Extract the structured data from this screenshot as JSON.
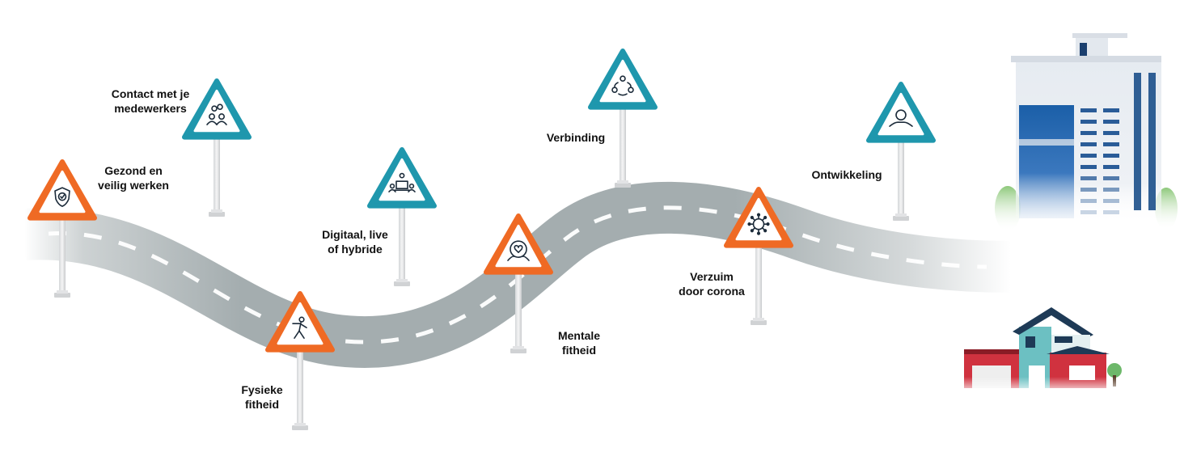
{
  "colors": {
    "road": "#a4adaf",
    "road_marking": "#ffffff",
    "pole": "#e6e7e8",
    "sign_blue": "#1f97ad",
    "sign_orange": "#ef6a24",
    "sign_face": "#ffffff",
    "icon": "#1c2b3a",
    "building_glass": "#1b5fa8",
    "building_body": "#e9edf2",
    "house_red": "#d0323f",
    "house_teal": "#6cc0c2",
    "roof": "#1e3a56"
  },
  "signs": [
    {
      "id": "gezond",
      "color": "orange",
      "icon": "shield-check-icon",
      "label": [
        "Gezond en",
        "veilig werken"
      ]
    },
    {
      "id": "contact",
      "color": "blue",
      "icon": "people-chat-icon",
      "label": [
        "Contact met je",
        "medewerkers"
      ]
    },
    {
      "id": "fysieke",
      "color": "orange",
      "icon": "runner-icon",
      "label": [
        "Fysieke",
        "fitheid"
      ]
    },
    {
      "id": "digitaal",
      "color": "blue",
      "icon": "laptop-meeting-icon",
      "label": [
        "Digitaal, live",
        "of hybride"
      ]
    },
    {
      "id": "mentale",
      "color": "orange",
      "icon": "heart-head-icon",
      "label": [
        "Mentale",
        "fitheid"
      ]
    },
    {
      "id": "verbinding",
      "color": "blue",
      "icon": "people-circle-icon",
      "label": [
        "Verbinding"
      ]
    },
    {
      "id": "verzuim",
      "color": "orange",
      "icon": "virus-icon",
      "label": [
        "Verzuim",
        "door corona"
      ]
    },
    {
      "id": "ontwikkeling",
      "color": "blue",
      "icon": "person-growth-icon",
      "label": [
        "Ontwikkeling"
      ]
    }
  ]
}
